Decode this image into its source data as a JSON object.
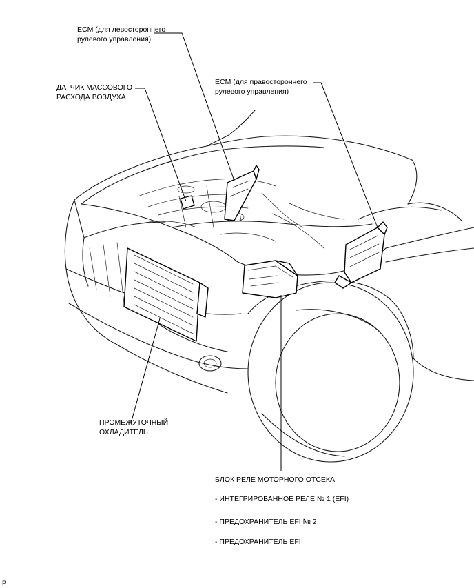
{
  "labels": {
    "ecm_lhd_line1": "ECM (для левостороннего",
    "ecm_lhd_line2": "рулевого управления)",
    "ecm_rhd_line1": "ECM (для правостороннего",
    "ecm_rhd_line2": "рулевого управления)",
    "maf_line1": "ДАТЧИК МАССОВОГО",
    "maf_line2": "РАСХОДА ВОЗДУХА",
    "intercooler_line1": "ПРОМЕЖУТОЧНЫЙ",
    "intercooler_line2": "ОХЛАДИТЕЛЬ",
    "relay_block_title": "БЛОК РЕЛЕ МОТОРНОГО ОТСЕКА",
    "relay_items": [
      "- ИНТЕГРИРОВАННОЕ РЕЛЕ № 1 (EFI)",
      "- ПРЕДОХРАНИТЕЛЬ EFI № 2",
      "- ПРЕДОХРАНИТЕЛЬ EFI"
    ],
    "corner_mark": "P"
  }
}
